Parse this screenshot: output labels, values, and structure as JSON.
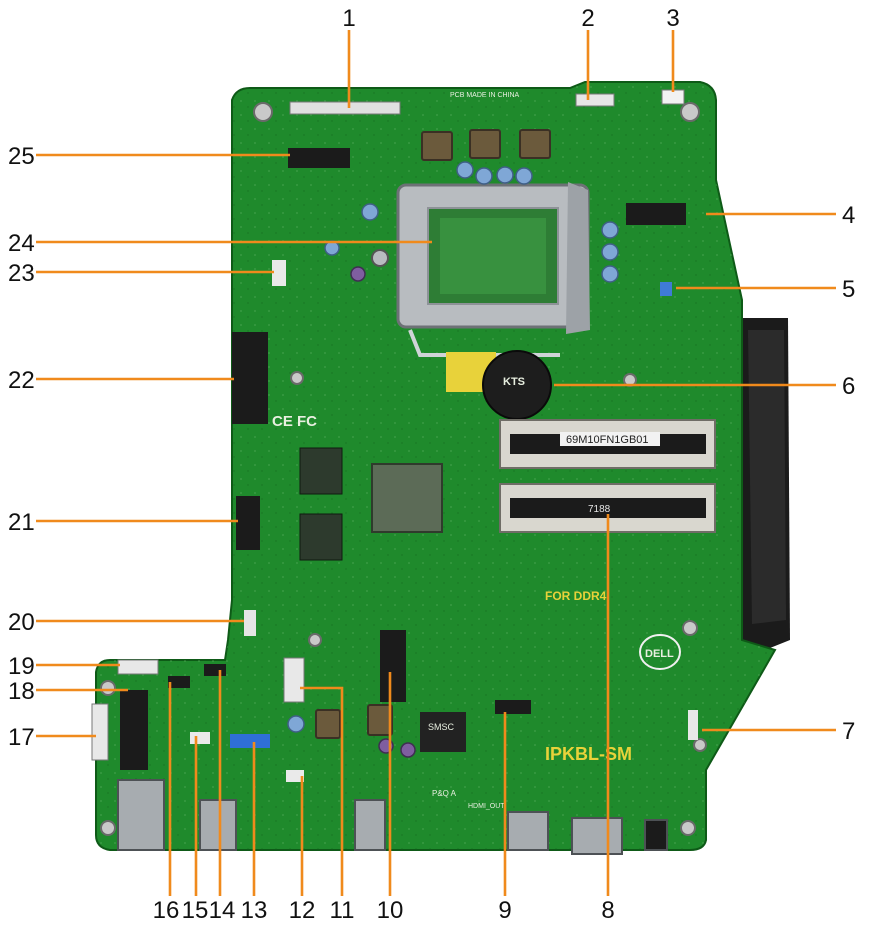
{
  "callouts": [
    "1",
    "2",
    "3",
    "4",
    "5",
    "6",
    "7",
    "8",
    "9",
    "10",
    "11",
    "12",
    "13",
    "14",
    "15",
    "16",
    "17",
    "18",
    "19",
    "20",
    "21",
    "22",
    "23",
    "24",
    "25"
  ],
  "board": {
    "pcb_made_in": "PCB MADE IN CHINA",
    "ce_fc": "CE FC",
    "dimm_label": "69M10FN1GB01",
    "dimm_label_2": "7188",
    "ddr_text": "FOR DDR4",
    "model": "IPKBL-SM",
    "brand": "DELL",
    "battery_text": "KTS",
    "hdmi_out": "HDMI_OUT",
    "pq_marking": "P&Q A",
    "smsc_chip": "SMSC"
  },
  "colors": {
    "pcb": "#1f8a2c",
    "pcb_dark": "#16701f",
    "leader": "#f08a1c",
    "socket": "#b8bcc0",
    "yellow_pad": "#e8d23a",
    "black_cable": "#1b1b1b"
  }
}
